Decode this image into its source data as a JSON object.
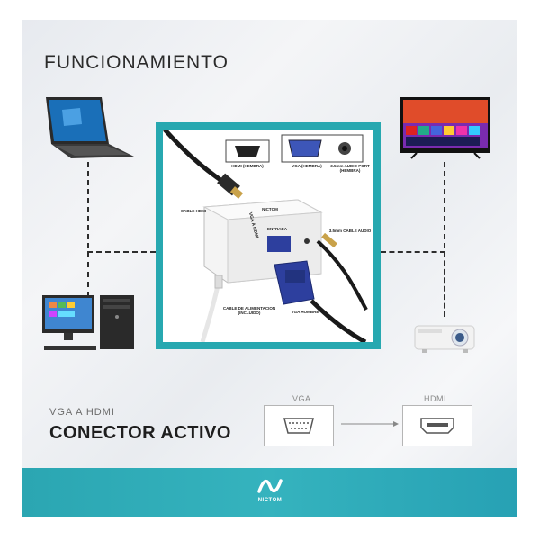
{
  "heading": "FUNCIONAMIENTO",
  "diagram_labels": {
    "hdmi_hembra": "HDMI (HEMBRA)",
    "vga_hembra": "VGA (HEMBRA)",
    "audio_port": "3.5mm AUDIO PORT (HEMBRA)",
    "cable_hdmi": "CABLE HDMI",
    "cable_audio": "3.5mm CABLE AUDIO",
    "cable_alimentacion": "CABLE DE ALIMENTACION (INCLUIDO)",
    "vga_hombre": "VGA HOMBRE",
    "adapter_text": "VGA A HDMI",
    "entrada": "ENTRADA",
    "adapter_logo": "NICTOM"
  },
  "subtitle": "VGA A HDMI",
  "main_title": "CONECTOR ACTIVO",
  "connector_from": "VGA",
  "connector_to": "HDMI",
  "brand": "NICTOM",
  "colors": {
    "accent": "#27a8b0",
    "footer": "#2ba6b2",
    "vga_blue": "#2d3f9e"
  }
}
